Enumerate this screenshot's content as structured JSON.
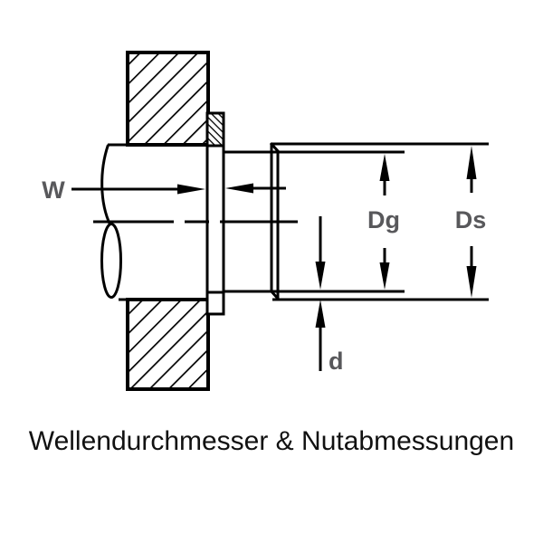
{
  "diagram": {
    "caption": "Wellendurchmesser & Nutabmessungen",
    "dimension_labels": {
      "groove_width": "W",
      "groove_diameter": "Dg",
      "shaft_diameter": "Ds",
      "groove_depth": "d"
    },
    "colors": {
      "line": "#000000",
      "label": "#58585b",
      "caption": "#111111",
      "background": "#ffffff"
    }
  }
}
